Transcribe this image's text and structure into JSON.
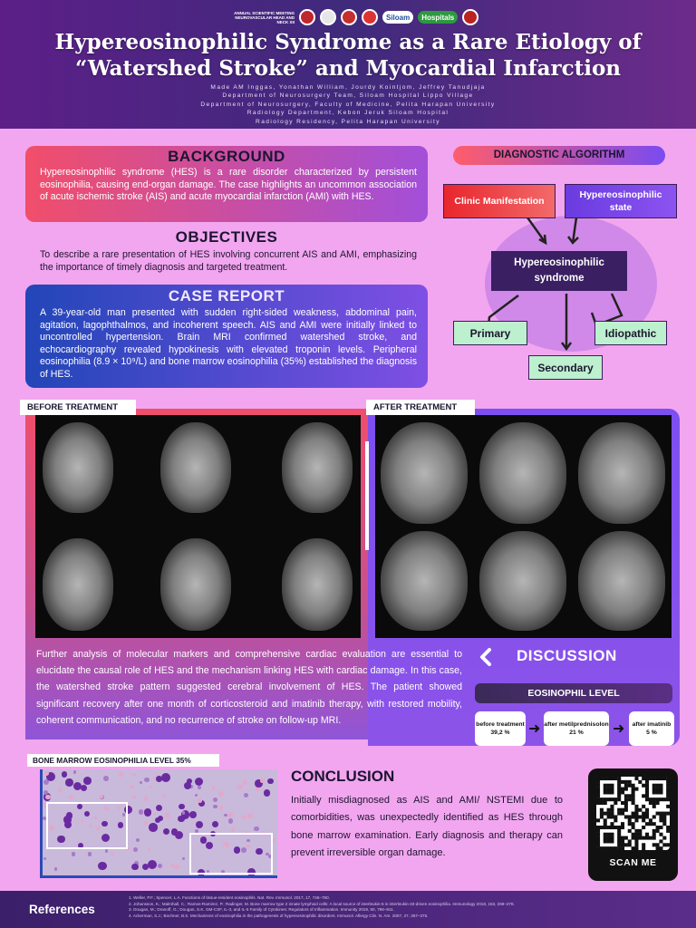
{
  "header": {
    "logo_text": "ANNUAL SCIENTIFIC MEETING NEUROVASCULAR HEAD AND NECK XII",
    "logo_siloam": "Siloam",
    "logo_hospitals": "Hospitals",
    "title_line1": "Hypereosinophilic Syndrome as a Rare Etiology of",
    "title_line2": "“Watershed Stroke” and Myocardial Infarction",
    "authors": "Made AM Inggas, Yonathan William, Jourdy Kointjom, Jeffrey Tanudjaja",
    "affiliations": [
      "Department of Neurosurgery Team, Siloam Hospital Lippo Village",
      "Department of Neurosurgery, Faculty of Medicine, Pelita Harapan University",
      "Radiology Department, Kebon Jeruk Siloam Hospital",
      "Radiology Residency, Pelita Harapan University"
    ],
    "colors": {
      "header_bg": "#4a2680",
      "page_bg": "#f2a6ef"
    }
  },
  "background": {
    "title": "BACKGROUND",
    "text": "Hypereosinophilic syndrome (HES) is a rare disorder characterized by persistent eosinophilia, causing end-organ damage. The case highlights an uncommon association of acute ischemic stroke (AIS) and acute myocardial infarction (AMI) with HES."
  },
  "objectives": {
    "title": "OBJECTIVES",
    "text": "To describe a rare presentation of HES involving concurrent AIS and AMI, emphasizing the importance of timely diagnosis and targeted treatment."
  },
  "case_report": {
    "title": "CASE REPORT",
    "text": "A 39-year-old man presented with sudden right-sided weakness, abdominal pain, agitation, lagophthalmos, and incoherent speech. AIS and AMI were initially linked to uncontrolled hypertension. Brain MRI confirmed watershed stroke, and echocardiography revealed hypokinesis with elevated troponin levels. Peripheral eosinophilia (8.9 × 10⁹/L) and bone marrow eosinophilia (35%) established the diagnosis of HES."
  },
  "algorithm": {
    "title": "DIAGNOSTIC ALGORITHM",
    "clinic": "Clinic Manifestation",
    "state": "Hypereosinophilic state",
    "syndrome": "Hypereosinophilic syndrome",
    "primary": "Primary",
    "idiopathic": "Idiopathic",
    "secondary": "Secondary"
  },
  "imaging": {
    "before_label": "BEFORE TREATMENT",
    "after_label": "AFTER TREATMENT"
  },
  "discussion": {
    "title": "DISCUSSION",
    "text": "Further analysis of molecular markers and comprehensive cardiac evaluation are essential to elucidate the causal role of HES and the mechanism linking HES with cardiac damage. In this case, the watershed stroke pattern suggested cerebral involvement of HES. The patient showed significant recovery after one month of corticosteroid and imatinib therapy, with restored mobility, coherent communication, and no recurrence of stroke on follow-up MRI."
  },
  "eosinophil": {
    "title": "EOSINOPHIL LEVEL",
    "stages": [
      {
        "label": "before treatment",
        "value": "39,2 %"
      },
      {
        "label": "after metilprednisolon",
        "value": "21 %"
      },
      {
        "label": "after imatinib",
        "value": "5 %"
      }
    ]
  },
  "bone_marrow": {
    "label": "BONE MARROW EOSINOPHILIA LEVEL 35%"
  },
  "conclusion": {
    "title": "CONCLUSION",
    "text": "Initially misdiagnosed as AIS and AMI/ NSTEMI due to comorbidities, was unexpectedly identified as HES through bone marrow examination. Early diagnosis and therapy can prevent irreversible organ damage."
  },
  "qr": {
    "label": "SCAN ME"
  },
  "references": {
    "title": "References",
    "items": [
      "1. Weller, P.F.; Spencer, L.A. Functions of tissue-resident eosinophils. Nat. Rev. Immunol. 2017, 17, 746–760.",
      "2. Johansson, K.; Malmhall, C.; Ramos-Ramirez, P.; Radinger, M. Bone marrow type 2 innate lymphoid cells: A local source of interleukin-5 in interleukin-33-driven eosinophilia. Immunology 2018, 153, 268–278.",
      "3. Dougan, M.; Dranoff, G.; Dougan, S.K. GM-CSF, IL-3, and IL-5 Family of Cytokines: Regulators of Inflammation. Immunity 2019, 50, 796–811.",
      "4. Ackerman, S.J.; Bochner, B.S. Mechanisms of eosinophilia in the pathogenesis of hypereosinophilic disorders. Immunol. Allergy Clin. N. Am. 2007, 27, 357–375."
    ]
  }
}
